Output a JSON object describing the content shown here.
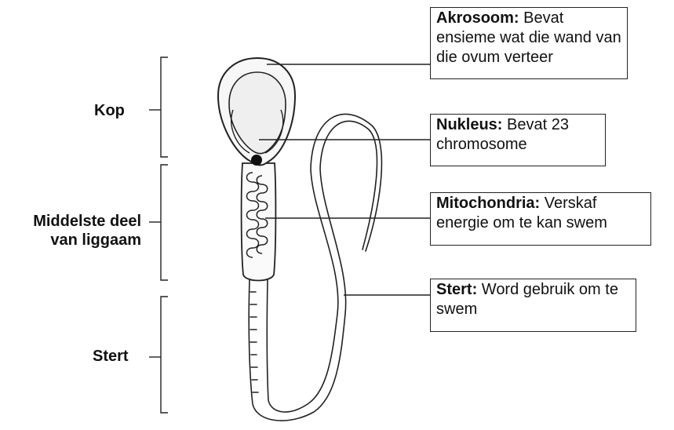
{
  "labels": {
    "head": "Kop",
    "midpiece_line1": "Middelste deel",
    "midpiece_line2": "van liggaam",
    "tail": "Stert"
  },
  "callouts": {
    "acrosome": {
      "term": "Akrosoom:",
      "text": "Bevat ensieme wat die wand van die ovum verteer"
    },
    "nucleus": {
      "term": "Nukleus:",
      "text": "Bevat 23 chromosome"
    },
    "mitochondria": {
      "term": "Mitochondria:",
      "text": "Verskaf energie om te kan swem"
    },
    "tail": {
      "term": "Stert:",
      "text": "Word gebruik om te swem"
    }
  },
  "colors": {
    "stroke": "#222222",
    "head_fill": "#f4f4f4",
    "centriole": "#111111"
  }
}
